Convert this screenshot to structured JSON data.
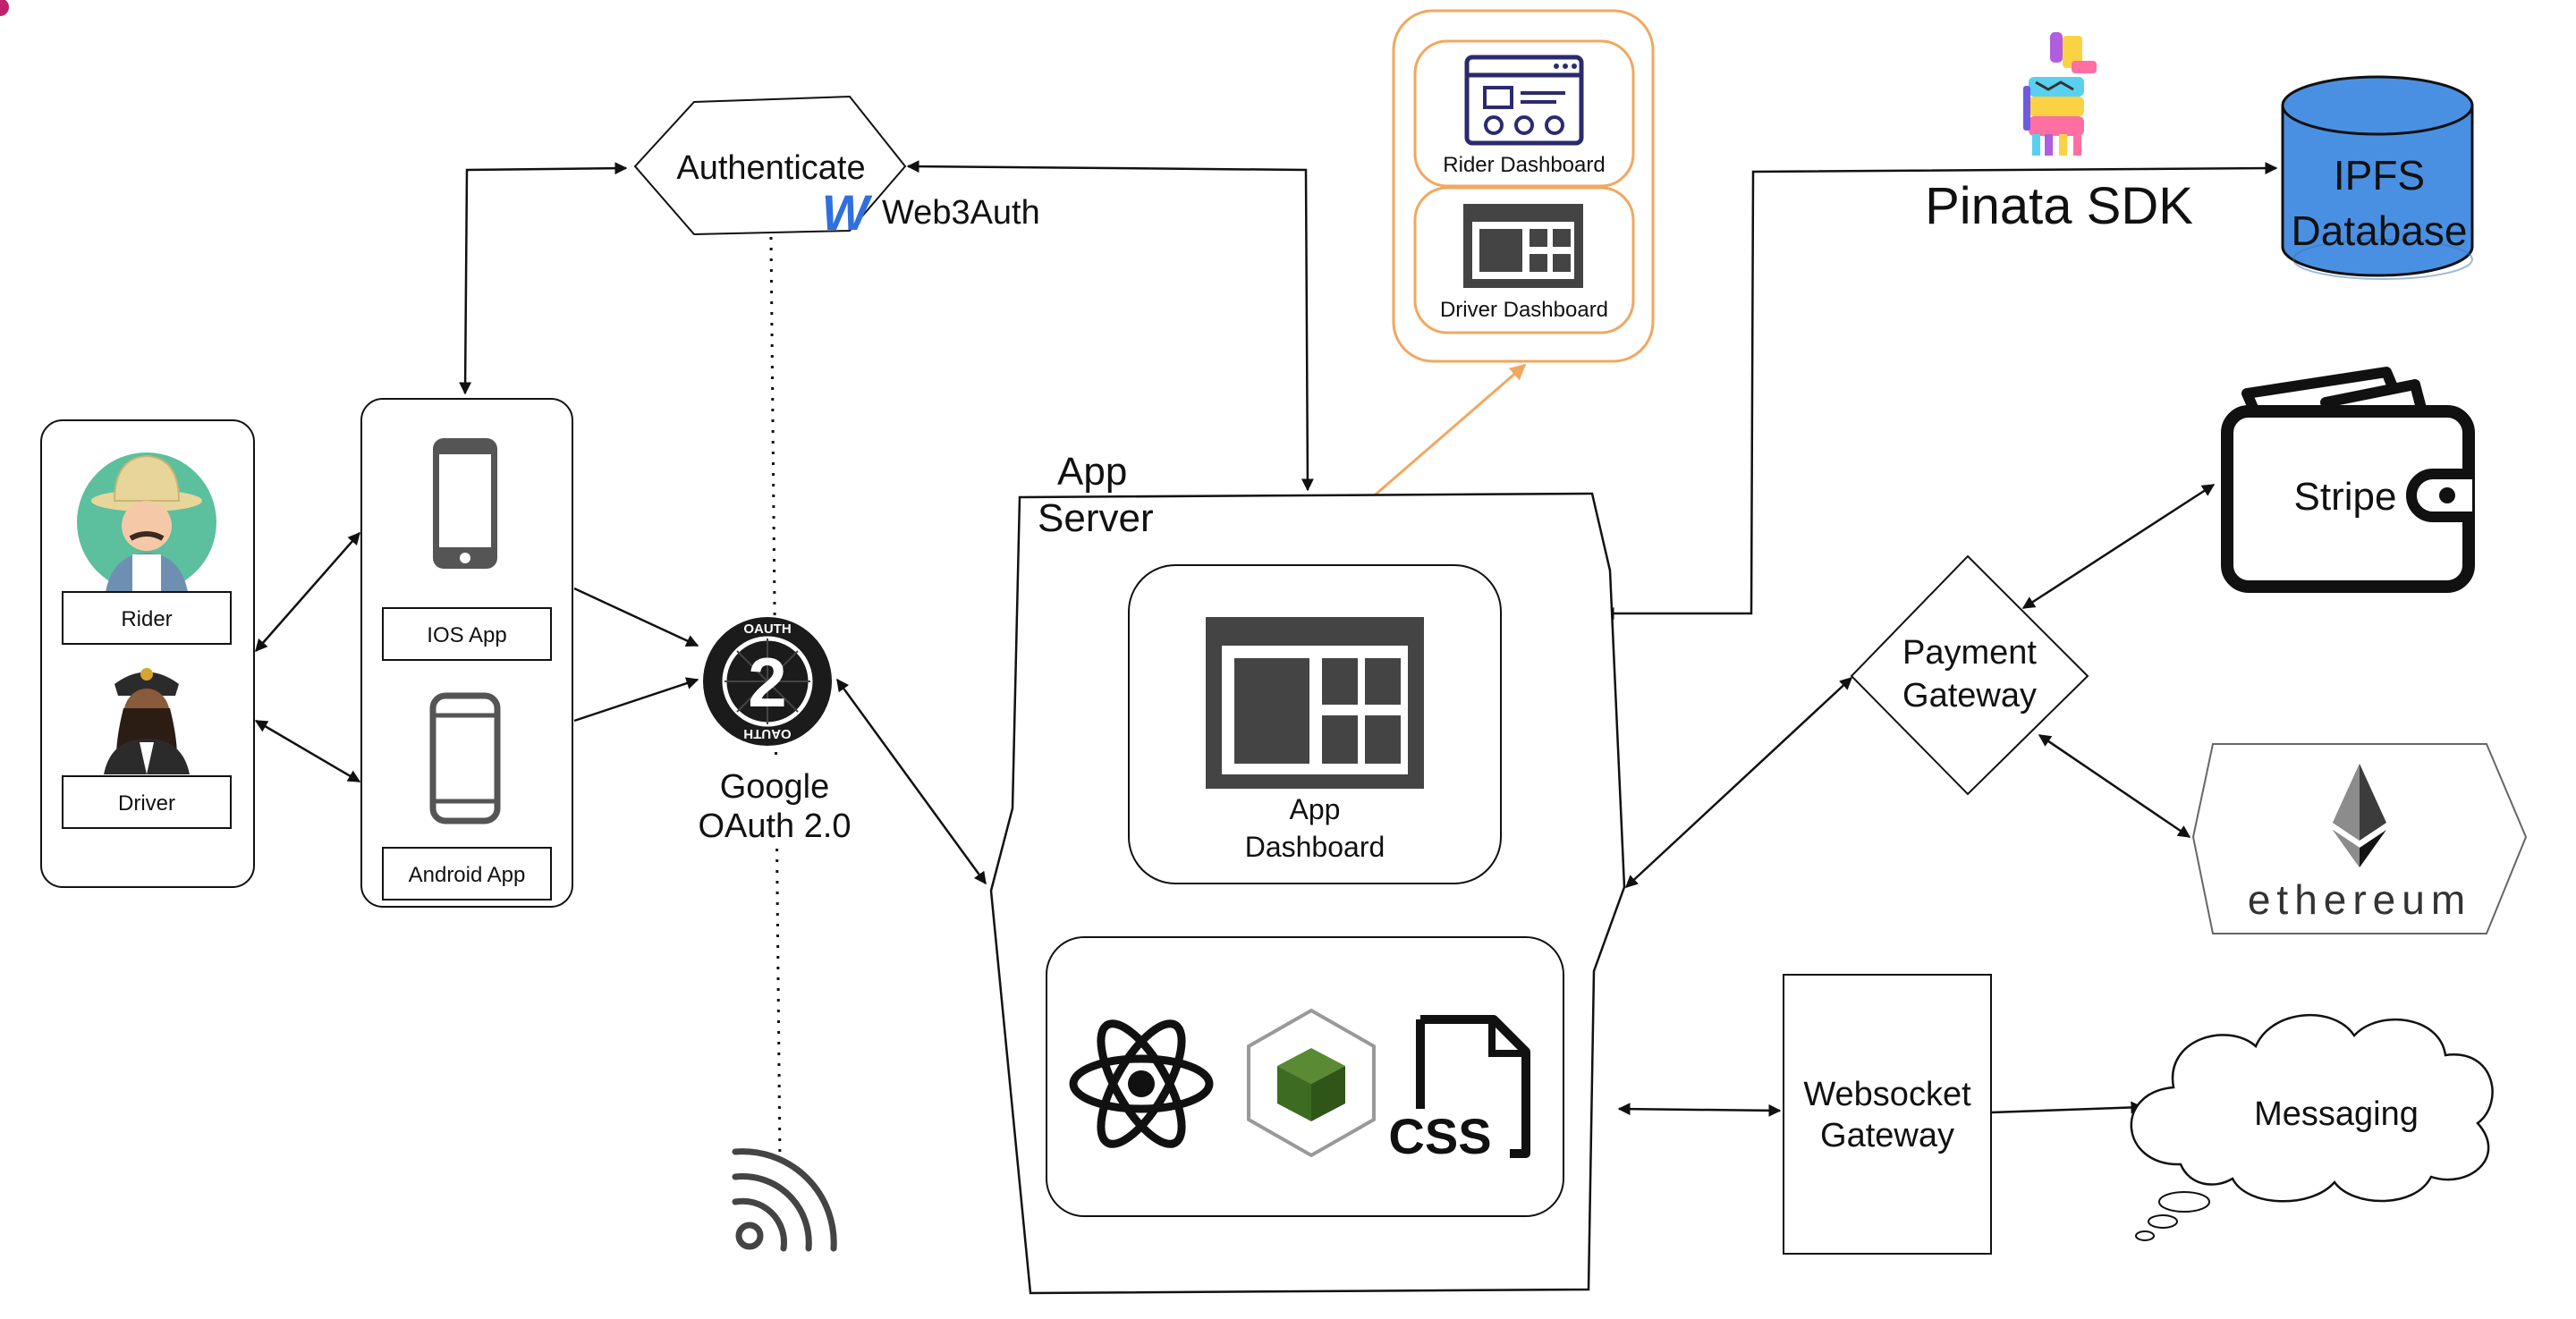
{
  "auth": {
    "label": "Authenticate",
    "provider": "Web3Auth",
    "provider_logo_letter": "W",
    "provider_color": "#2f6fe0"
  },
  "users": {
    "rider_label": "Rider",
    "driver_label": "Driver"
  },
  "apps": {
    "ios_label": "IOS App",
    "android_label": "Android App"
  },
  "oauth": {
    "badge_number": "2",
    "badge_ring_top": "OAUTH",
    "badge_ring_bottom": "OAUTH",
    "label_line1": "Google",
    "label_line2": "OAuth 2.0"
  },
  "dashboards": {
    "rider_label": "Rider Dashboard",
    "driver_label": "Driver Dashboard",
    "group_color": "#f0a860"
  },
  "server": {
    "title_line1": "App",
    "title_line2": "Server",
    "dashboard_line1": "App",
    "dashboard_line2": "Dashboard",
    "css_label": "CSS"
  },
  "storage": {
    "sdk_label": "Pinata SDK",
    "db_line1": "IPFS",
    "db_line2": "Database",
    "db_color": "#4a90e2"
  },
  "payments": {
    "gateway_line1": "Payment",
    "gateway_line2": "Gateway",
    "stripe_label": "Stripe",
    "ethereum_label": "ethereum"
  },
  "realtime": {
    "gateway_line1": "Websocket",
    "gateway_line2": "Gateway",
    "messaging_label": "Messaging"
  }
}
